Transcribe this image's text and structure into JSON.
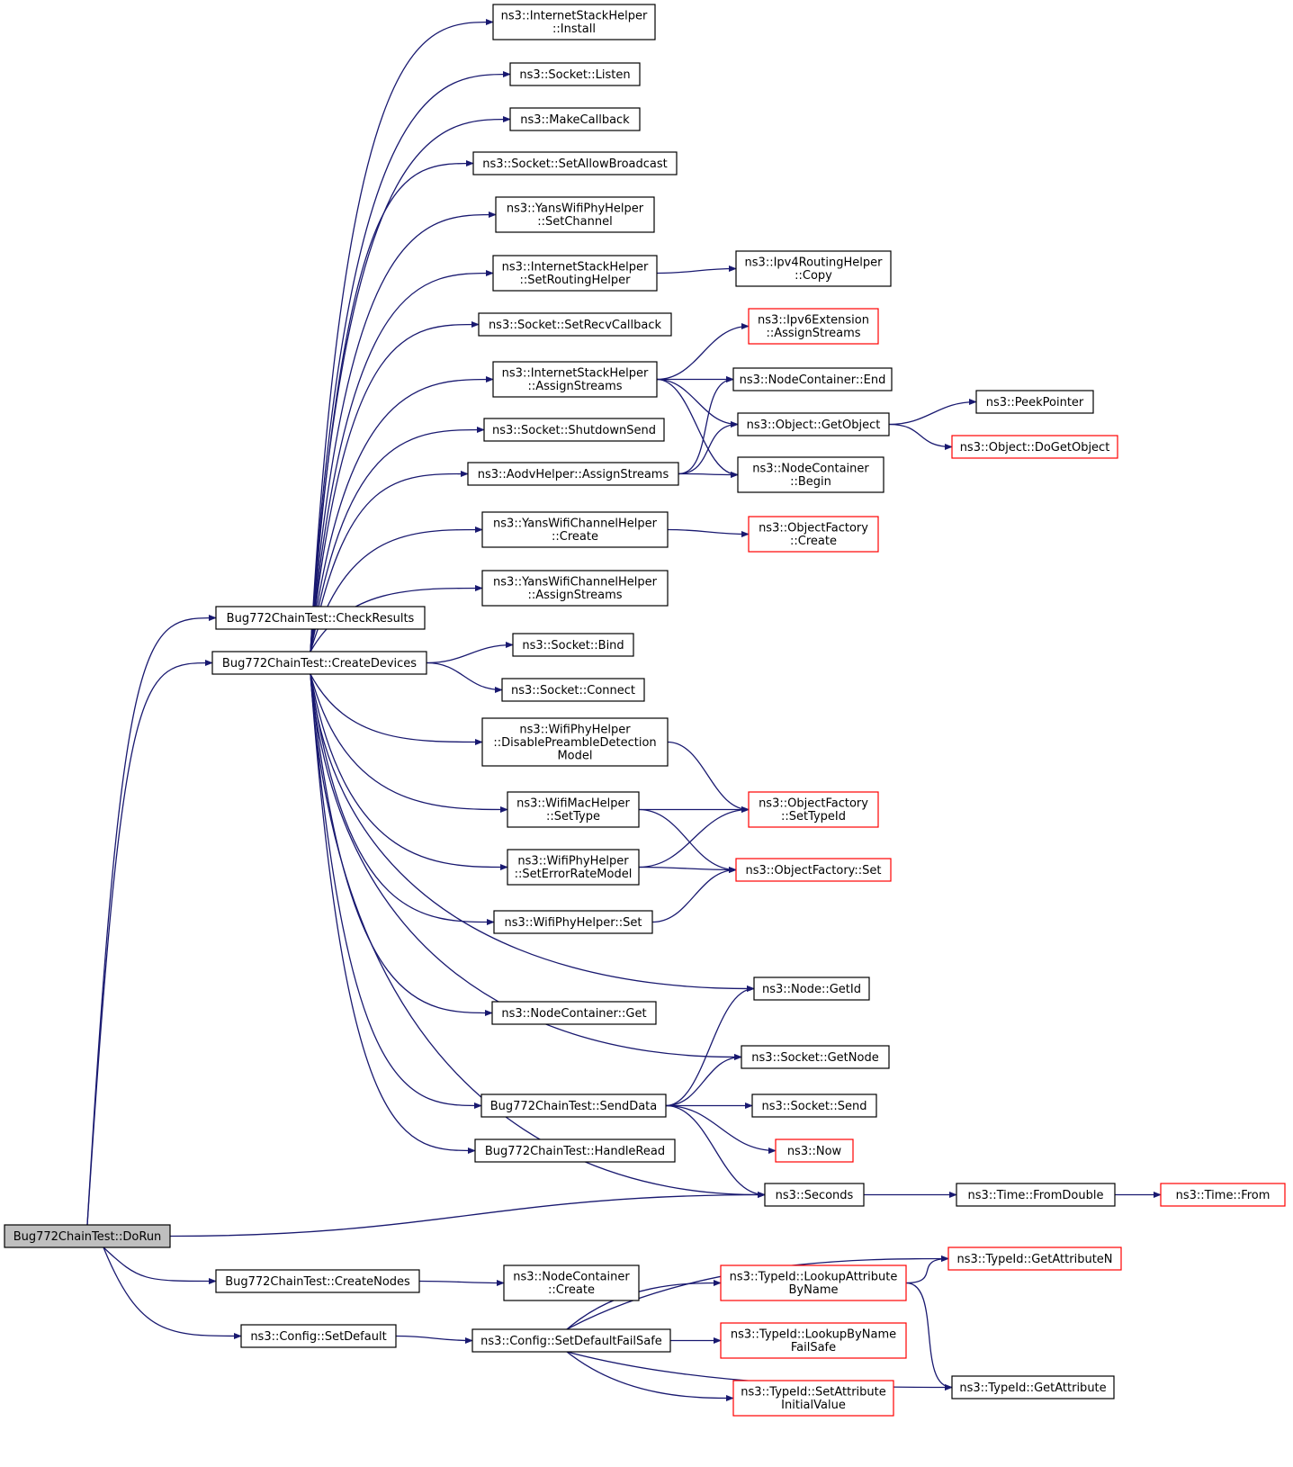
{
  "colors": {
    "edge": "#191970",
    "external_border": "#ff0000",
    "root_fill": "#bfbfbf"
  },
  "nodes": [
    {
      "id": "inst",
      "lines": [
        "ns3::InternetStackHelper",
        "::Install"
      ]
    },
    {
      "id": "listen",
      "lines": [
        "ns3::Socket::Listen"
      ]
    },
    {
      "id": "mkcb",
      "lines": [
        "ns3::MakeCallback"
      ]
    },
    {
      "id": "allowbc",
      "lines": [
        "ns3::Socket::SetAllowBroadcast"
      ]
    },
    {
      "id": "setchan",
      "lines": [
        "ns3::YansWifiPhyHelper",
        "::SetChannel"
      ]
    },
    {
      "id": "setrh",
      "lines": [
        "ns3::InternetStackHelper",
        "::SetRoutingHelper"
      ]
    },
    {
      "id": "ipv4copy",
      "lines": [
        "ns3::Ipv4RoutingHelper",
        "::Copy"
      ]
    },
    {
      "id": "recvcb",
      "lines": [
        "ns3::Socket::SetRecvCallback"
      ]
    },
    {
      "id": "ipv6as",
      "lines": [
        "ns3::Ipv6Extension",
        "::AssignStreams"
      ],
      "external": true
    },
    {
      "id": "ishas",
      "lines": [
        "ns3::InternetStackHelper",
        "::AssignStreams"
      ]
    },
    {
      "id": "ncend",
      "lines": [
        "ns3::NodeContainer::End"
      ]
    },
    {
      "id": "peek",
      "lines": [
        "ns3::PeekPointer"
      ]
    },
    {
      "id": "getobj",
      "lines": [
        "ns3::Object::GetObject"
      ]
    },
    {
      "id": "shutdown",
      "lines": [
        "ns3::Socket::ShutdownSend"
      ]
    },
    {
      "id": "dogetobj",
      "lines": [
        "ns3::Object::DoGetObject"
      ],
      "external": true
    },
    {
      "id": "aodvas",
      "lines": [
        "ns3::AodvHelper::AssignStreams"
      ]
    },
    {
      "id": "ncbegin",
      "lines": [
        "ns3::NodeContainer",
        "::Begin"
      ]
    },
    {
      "id": "ywchcreate",
      "lines": [
        "ns3::YansWifiChannelHelper",
        "::Create"
      ]
    },
    {
      "id": "ofcreate",
      "lines": [
        "ns3::ObjectFactory",
        "::Create"
      ],
      "external": true
    },
    {
      "id": "ywchas",
      "lines": [
        "ns3::YansWifiChannelHelper",
        "::AssignStreams"
      ]
    },
    {
      "id": "checkres",
      "lines": [
        "Bug772ChainTest::CheckResults"
      ]
    },
    {
      "id": "bind",
      "lines": [
        "ns3::Socket::Bind"
      ]
    },
    {
      "id": "createdev",
      "lines": [
        "Bug772ChainTest::CreateDevices"
      ]
    },
    {
      "id": "connect",
      "lines": [
        "ns3::Socket::Connect"
      ]
    },
    {
      "id": "dispre",
      "lines": [
        "ns3::WifiPhyHelper",
        "::DisablePreambleDetection",
        "Model"
      ]
    },
    {
      "id": "mactype",
      "lines": [
        "ns3::WifiMacHelper",
        "::SetType"
      ]
    },
    {
      "id": "ofsettype",
      "lines": [
        "ns3::ObjectFactory",
        "::SetTypeId"
      ],
      "external": true
    },
    {
      "id": "seterm",
      "lines": [
        "ns3::WifiPhyHelper",
        "::SetErrorRateModel"
      ]
    },
    {
      "id": "ofset",
      "lines": [
        "ns3::ObjectFactory::Set"
      ],
      "external": true
    },
    {
      "id": "physet",
      "lines": [
        "ns3::WifiPhyHelper::Set"
      ]
    },
    {
      "id": "getid",
      "lines": [
        "ns3::Node::GetId"
      ]
    },
    {
      "id": "ncget",
      "lines": [
        "ns3::NodeContainer::Get"
      ]
    },
    {
      "id": "getnode",
      "lines": [
        "ns3::Socket::GetNode"
      ]
    },
    {
      "id": "senddata",
      "lines": [
        "Bug772ChainTest::SendData"
      ]
    },
    {
      "id": "send",
      "lines": [
        "ns3::Socket::Send"
      ]
    },
    {
      "id": "handleread",
      "lines": [
        "Bug772ChainTest::HandleRead"
      ]
    },
    {
      "id": "now",
      "lines": [
        "ns3::Now"
      ],
      "external": true
    },
    {
      "id": "seconds",
      "lines": [
        "ns3::Seconds"
      ]
    },
    {
      "id": "fromdouble",
      "lines": [
        "ns3::Time::FromDouble"
      ]
    },
    {
      "id": "timefrom",
      "lines": [
        "ns3::Time::From"
      ],
      "external": true
    },
    {
      "id": "dorun",
      "lines": [
        "Bug772ChainTest::DoRun"
      ],
      "root": true
    },
    {
      "id": "getattrn",
      "lines": [
        "ns3::TypeId::GetAttributeN"
      ],
      "external": true
    },
    {
      "id": "createnodes",
      "lines": [
        "Bug772ChainTest::CreateNodes"
      ]
    },
    {
      "id": "nccreate",
      "lines": [
        "ns3::NodeContainer",
        "::Create"
      ]
    },
    {
      "id": "lookupattr",
      "lines": [
        "ns3::TypeId::LookupAttribute",
        "ByName"
      ],
      "external": true
    },
    {
      "id": "setdefault",
      "lines": [
        "ns3::Config::SetDefault"
      ]
    },
    {
      "id": "setdefaultfs",
      "lines": [
        "ns3::Config::SetDefaultFailSafe"
      ]
    },
    {
      "id": "lookupname",
      "lines": [
        "ns3::TypeId::LookupByName",
        "FailSafe"
      ],
      "external": true
    },
    {
      "id": "setattrinit",
      "lines": [
        "ns3::TypeId::SetAttribute",
        "InitialValue"
      ],
      "external": true
    },
    {
      "id": "getattr",
      "lines": [
        "ns3::TypeId::GetAttribute"
      ]
    }
  ]
}
